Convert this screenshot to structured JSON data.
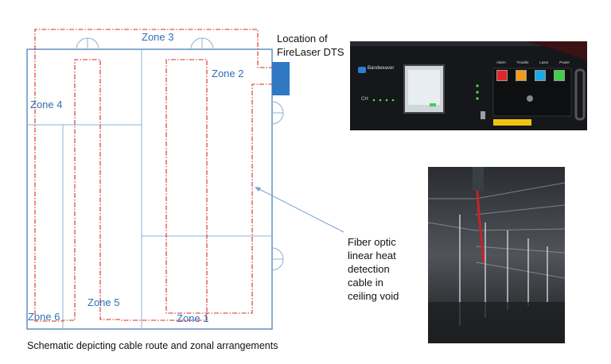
{
  "zones": {
    "zone1": "Zone 1",
    "zone2": "Zone 2",
    "zone3": "Zone 3",
    "zone4": "Zone 4",
    "zone5": "Zone 5",
    "zone6": "Zone 6"
  },
  "location_label": {
    "line1": "Location of",
    "line2": "FireLaser DTS"
  },
  "fiber_label": {
    "line1": "Fiber optic",
    "line2": "linear heat",
    "line3": "detection",
    "line4": "cable in",
    "line5": "ceiling void"
  },
  "caption": "Schematic depicting cable route and zonal arrangements",
  "device": {
    "brand": "Bandweaver",
    "buttons": [
      "Alarm",
      "Trouble",
      "Laser",
      "Power"
    ],
    "channel_label": "CH",
    "button_colors": [
      "#e3262b",
      "#f39a1e",
      "#1ea7e6",
      "#3fce4c"
    ]
  },
  "colors": {
    "walls": "#4a7fb8",
    "cable": "#d8292f",
    "dts_box": "#2f78c4",
    "zone_text": "#2f6fb5"
  }
}
